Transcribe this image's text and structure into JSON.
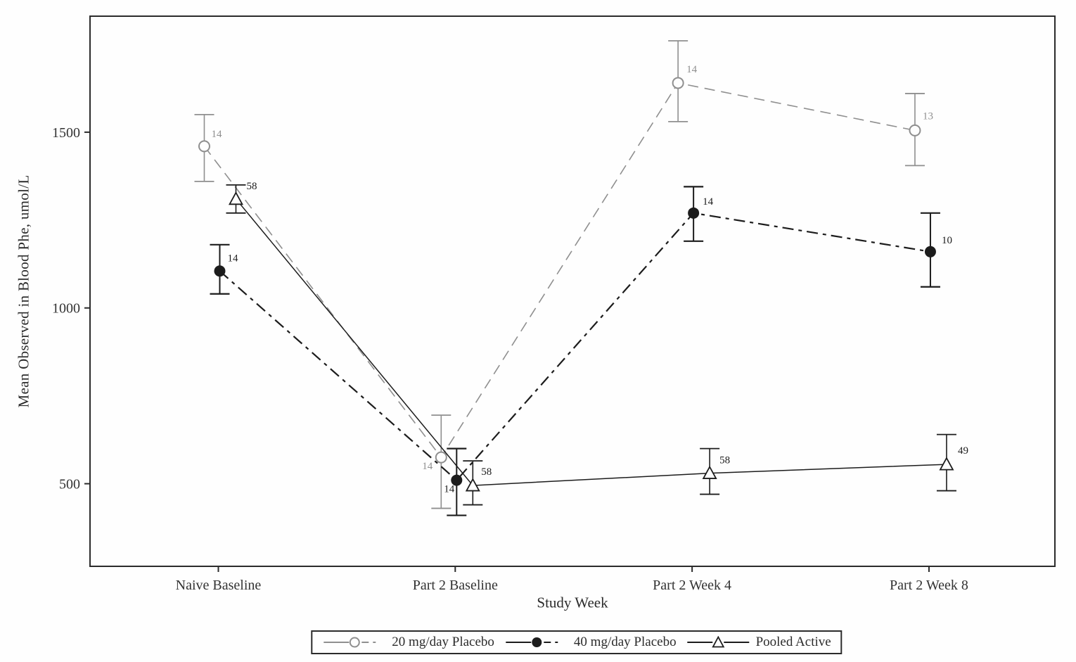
{
  "figure": {
    "background": "#fefefe",
    "axis_color": "#2b2b2b"
  },
  "chart_data": {
    "type": "line",
    "title": "",
    "xlabel": "Study Week",
    "ylabel": "Mean Observed in Blood Phe, umol/L",
    "categories": [
      "Naive Baseline",
      "Part 2 Baseline",
      "Part 2 Week 4",
      "Part 2 Week 8"
    ],
    "y_ticks": [
      500,
      1000,
      1500
    ],
    "ylim": [
      265,
      1830
    ],
    "grid": false,
    "error_bars": true,
    "legend_position": "bottom-center",
    "series": [
      {
        "name": "20 mg/day Placebo",
        "color": "#8f8f8f",
        "line_style": "dashed",
        "marker": "open-circle",
        "x_offset": -20,
        "values": [
          1460,
          575,
          1640,
          1505
        ],
        "err_low": [
          1360,
          430,
          1530,
          1405
        ],
        "err_high": [
          1550,
          695,
          1760,
          1610
        ],
        "n_labels": [
          "14",
          "14",
          "14",
          "13"
        ],
        "n_label_offsets": [
          [
            10,
            -13
          ],
          [
            -27,
            17
          ],
          [
            12,
            -15
          ],
          [
            11,
            -16
          ]
        ]
      },
      {
        "name": "40 mg/day Placebo",
        "color": "#1c1c1c",
        "line_style": "dash-dot",
        "marker": "filled-circle",
        "x_offset": 2,
        "values": [
          1105,
          510,
          1270,
          1160
        ],
        "err_low": [
          1040,
          410,
          1190,
          1060
        ],
        "err_high": [
          1180,
          600,
          1345,
          1270
        ],
        "n_labels": [
          "14",
          "14",
          "14",
          "10"
        ],
        "n_label_offsets": [
          [
            11,
            -14
          ],
          [
            -18,
            17
          ],
          [
            13,
            -12
          ],
          [
            16,
            -12
          ]
        ]
      },
      {
        "name": "Pooled Active",
        "color": "#1c1c1c",
        "line_style": "solid",
        "marker": "open-triangle",
        "x_offset": 25,
        "values": [
          1310,
          495,
          530,
          555
        ],
        "err_low": [
          1270,
          440,
          470,
          480
        ],
        "err_high": [
          1350,
          565,
          600,
          640
        ],
        "n_labels": [
          "58",
          "58",
          "58",
          "49"
        ],
        "n_label_offsets": [
          [
            15,
            -14
          ],
          [
            12,
            -15
          ],
          [
            14,
            -14
          ],
          [
            16,
            -15
          ]
        ]
      }
    ]
  }
}
